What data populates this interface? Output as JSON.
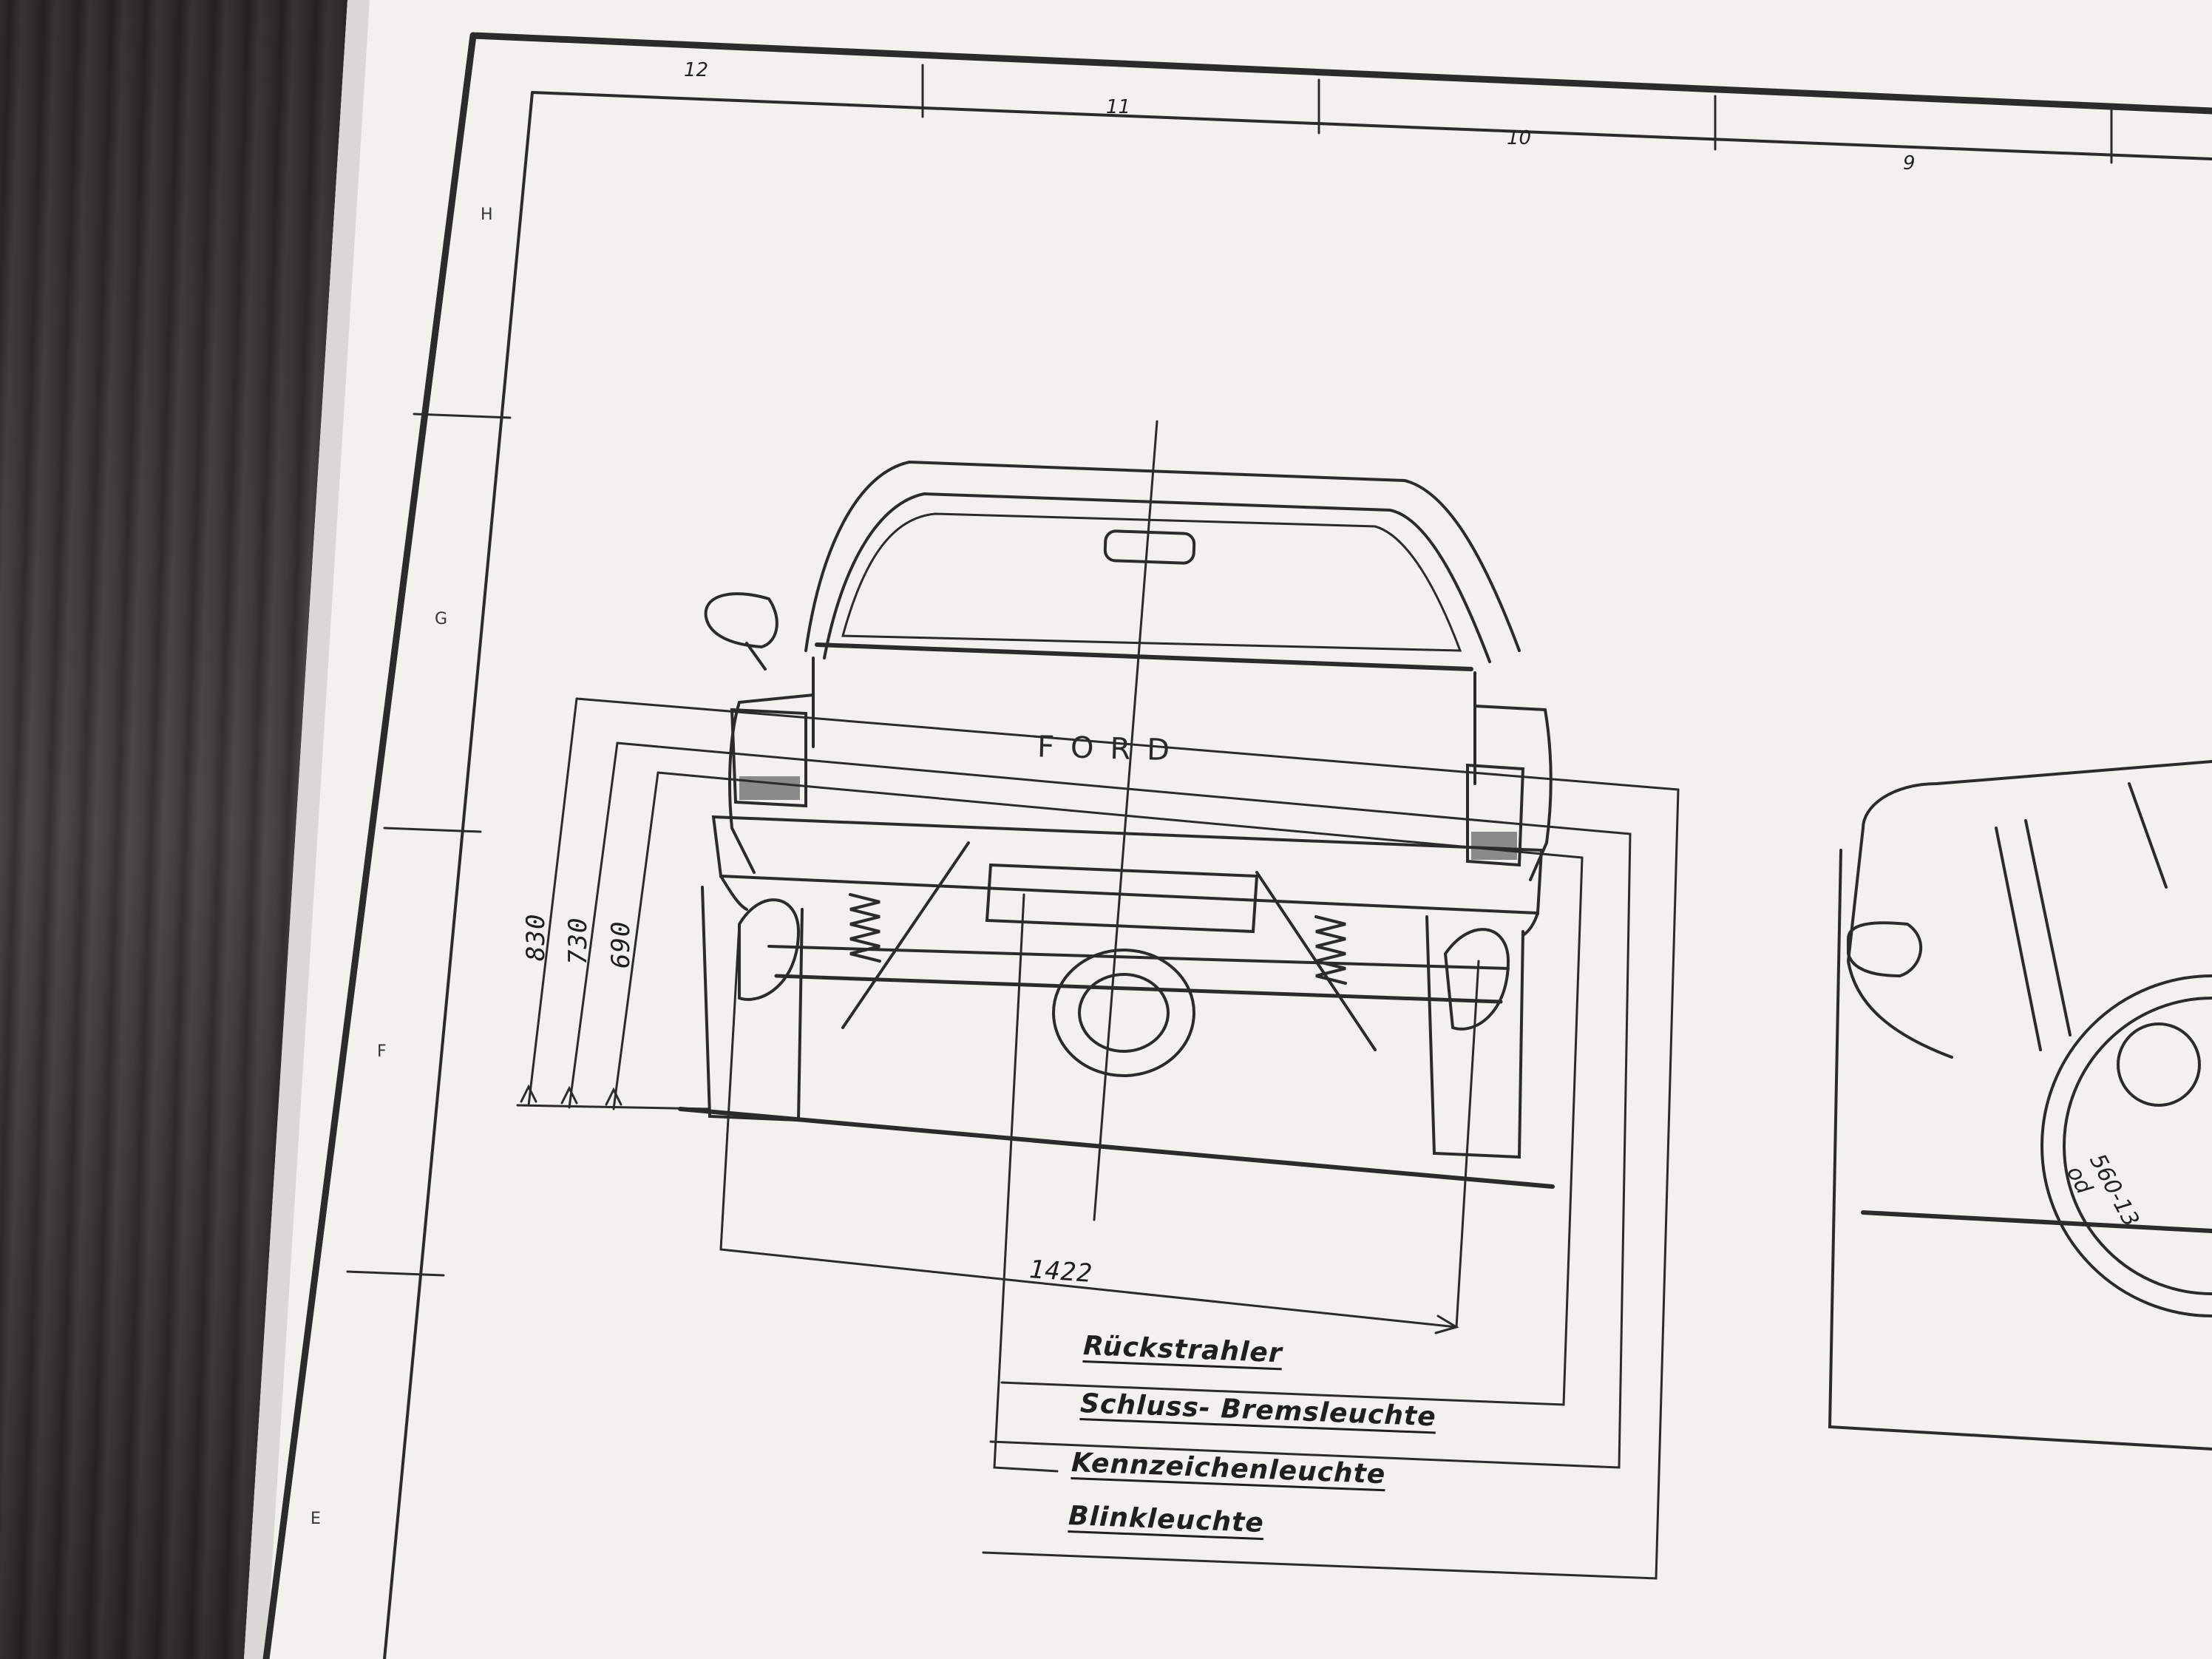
{
  "grid": {
    "columns": [
      "12",
      "11",
      "10",
      "9"
    ],
    "rows": [
      "H",
      "G",
      "F",
      "E"
    ]
  },
  "drawing": {
    "brand": "FORD",
    "dimensions": {
      "height_830": "830",
      "height_730": "730",
      "height_690": "690",
      "track_1422": "1422"
    },
    "legend": [
      "Rückstrahler",
      "Schluss- Bremsleuchte",
      "Kennzeichenleuchte",
      "Blinkleuchte"
    ],
    "tire_label": "560-13 od"
  },
  "colors": {
    "paper": "#f3f2ef",
    "ink": "#2b2b2b",
    "table": "#3a3836"
  }
}
